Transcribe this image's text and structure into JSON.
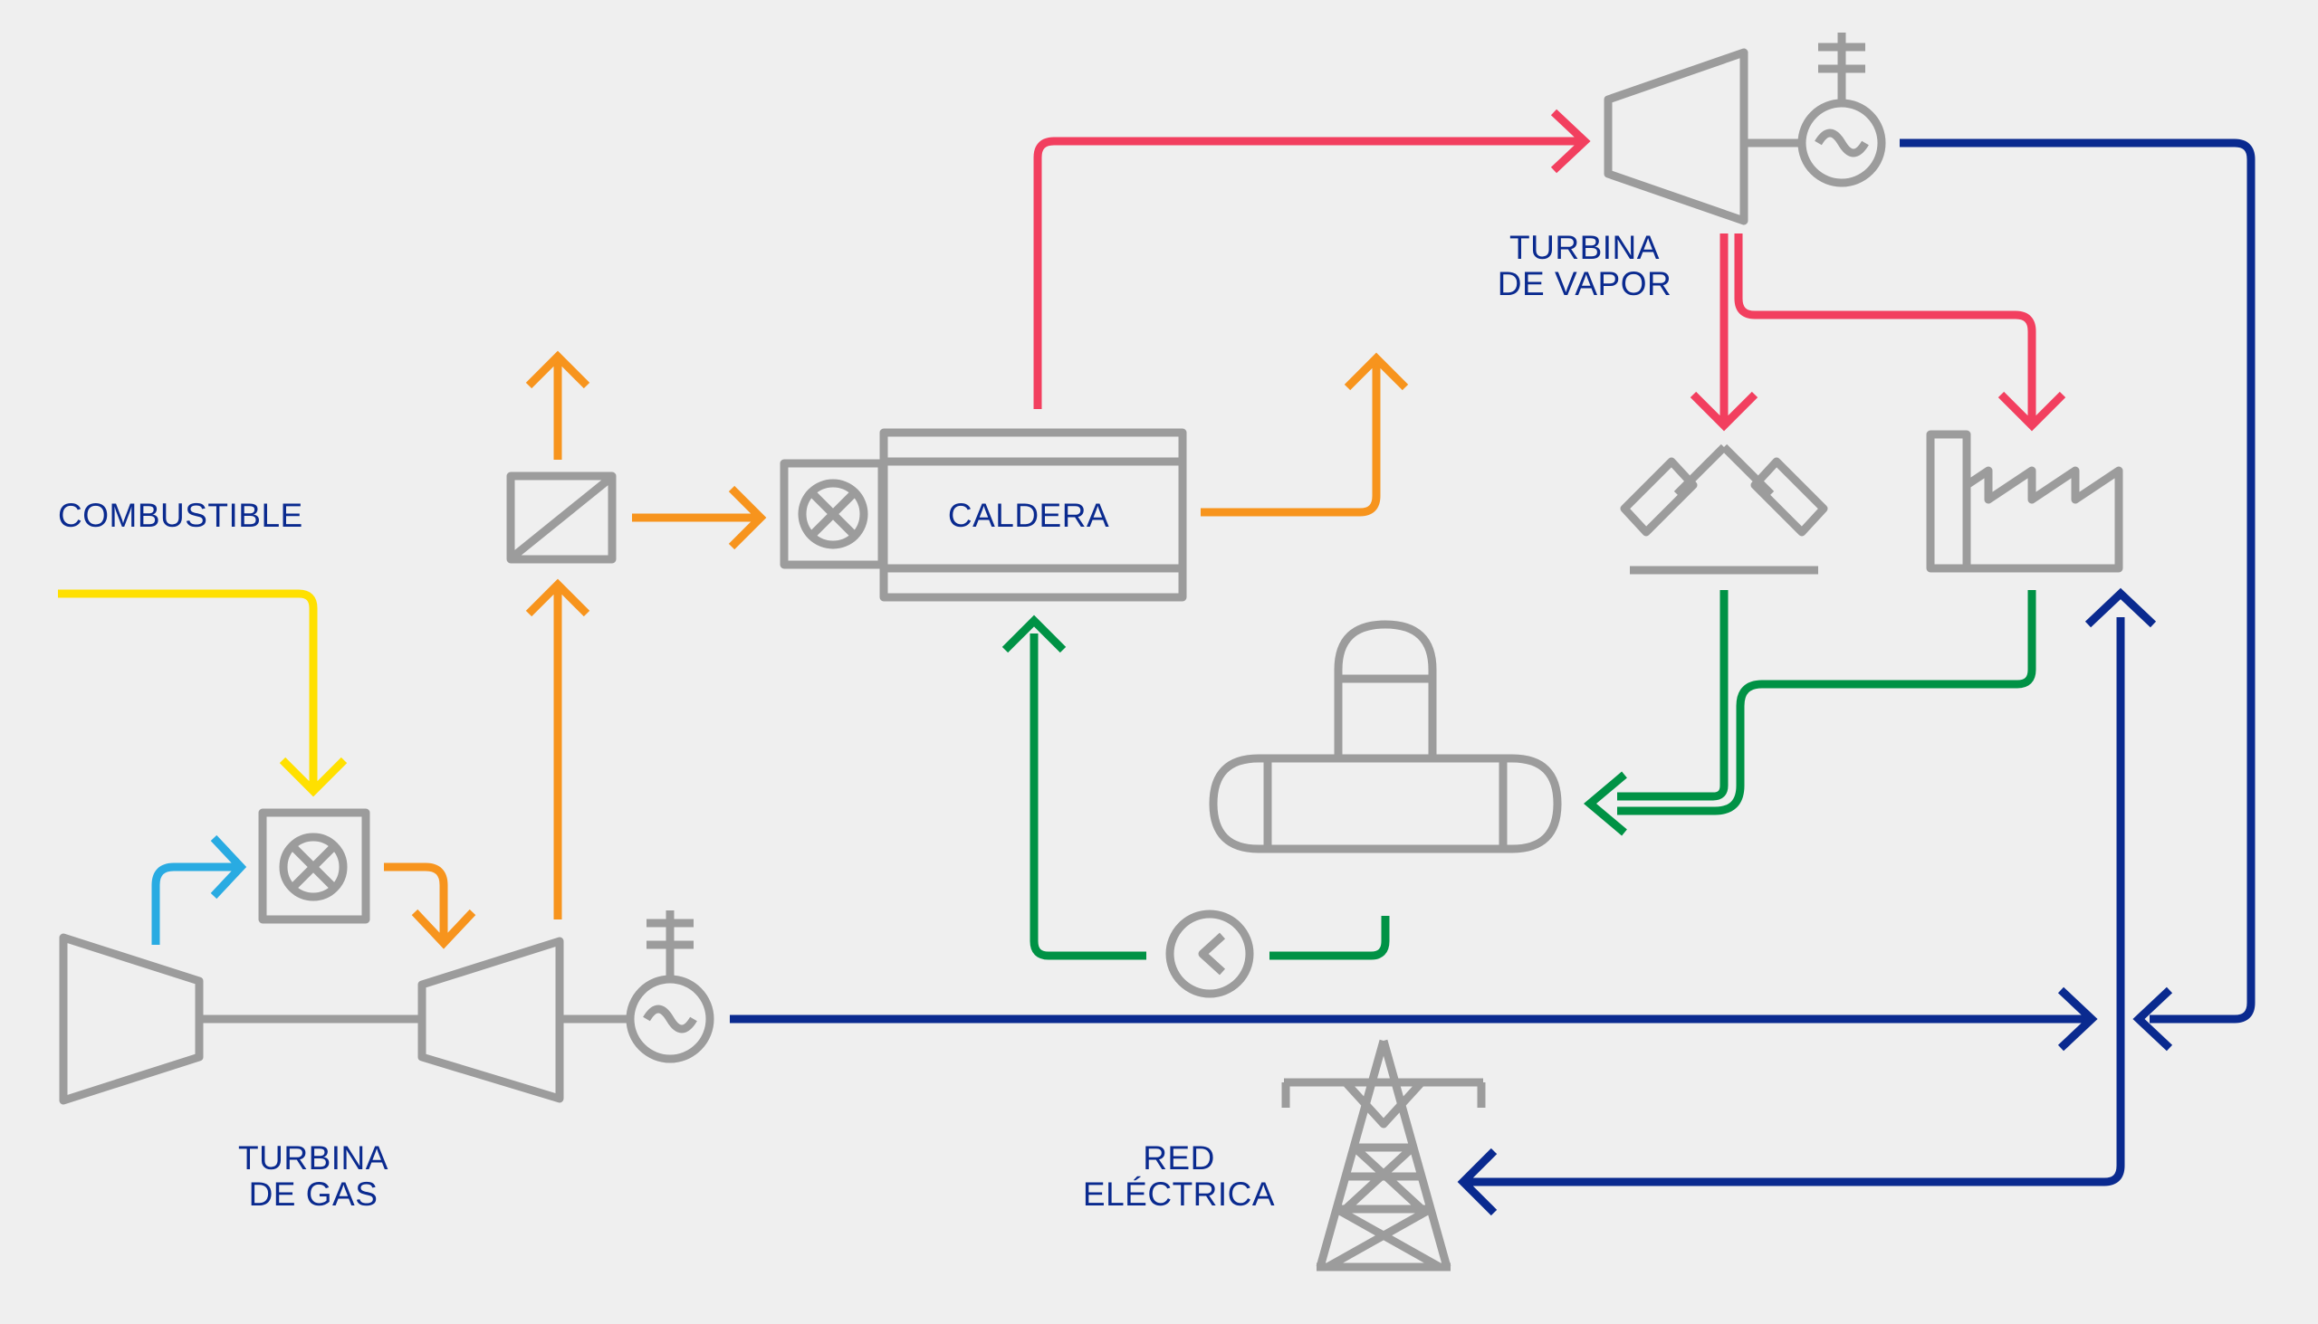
{
  "labels": {
    "combustible": "COMBUSTIBLE",
    "caldera": "CALDERA",
    "turbina_gas": [
      "TURBINA",
      "DE GAS"
    ],
    "turbina_vapor": [
      "TURBINA",
      "DE VAPOR"
    ],
    "red_electrica": [
      "RED",
      "ELÉCTRICA"
    ]
  },
  "colors": {
    "fuel": "#ffe000",
    "air": "#29abe2",
    "exhaust": "#f7941d",
    "steam": "#f23f5f",
    "water": "#009245",
    "electricity": "#0a2a8f",
    "equipment": "#9c9c9c",
    "label": "#0a2a8f"
  },
  "icons": {
    "compressor": "compressor-icon",
    "combustor": "combustion-chamber-icon",
    "gas_turbine": "gas-turbine-icon",
    "gas_generator": "generator-icon",
    "filter": "filter-icon",
    "boiler": "boiler-icon",
    "steam_turbine": "steam-turbine-icon",
    "steam_generator": "generator-icon",
    "condenser": "condenser-icon",
    "factory": "factory-icon",
    "tank": "deaerator-tank-icon",
    "pump": "pump-icon",
    "tower": "power-tower-icon"
  }
}
